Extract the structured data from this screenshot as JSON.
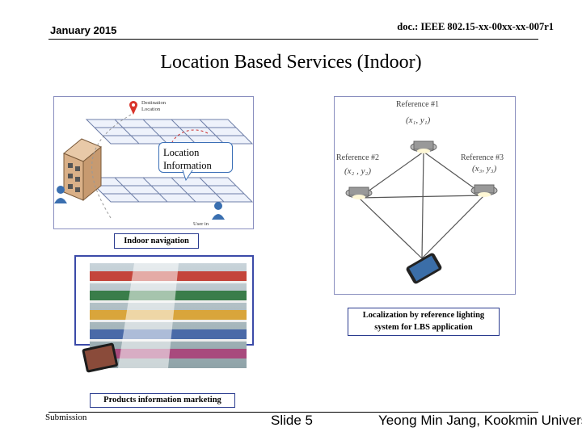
{
  "header": {
    "date": "January 2015",
    "doc_id": "doc.: IEEE 802.15-xx-00xx-xx-007r1"
  },
  "title": "Location Based Services (Indoor)",
  "indoor_panel": {
    "destination_label_1": "Destination",
    "destination_label_2": "Location",
    "callout_line1": "Location",
    "callout_line2": "Information",
    "user_label": "User in",
    "caption": "Indoor navigation"
  },
  "reference_panel": {
    "ref1_label": "Reference #1",
    "ref1_coord": "(x₁, y₁)",
    "ref2_label": "Reference #2",
    "ref2_coord": "(x₂ , y₂)",
    "ref3_label": "Reference #3",
    "ref3_coord": "(x₃, y₃)",
    "caption_line1": "Localization by reference lighting",
    "caption_line2": "system for LBS application"
  },
  "store_panel": {
    "caption": "Products information marketing"
  },
  "footer": {
    "submission": "Submission",
    "slide": "Slide 5",
    "author": "Yeong Min Jang, Kookmin University"
  }
}
